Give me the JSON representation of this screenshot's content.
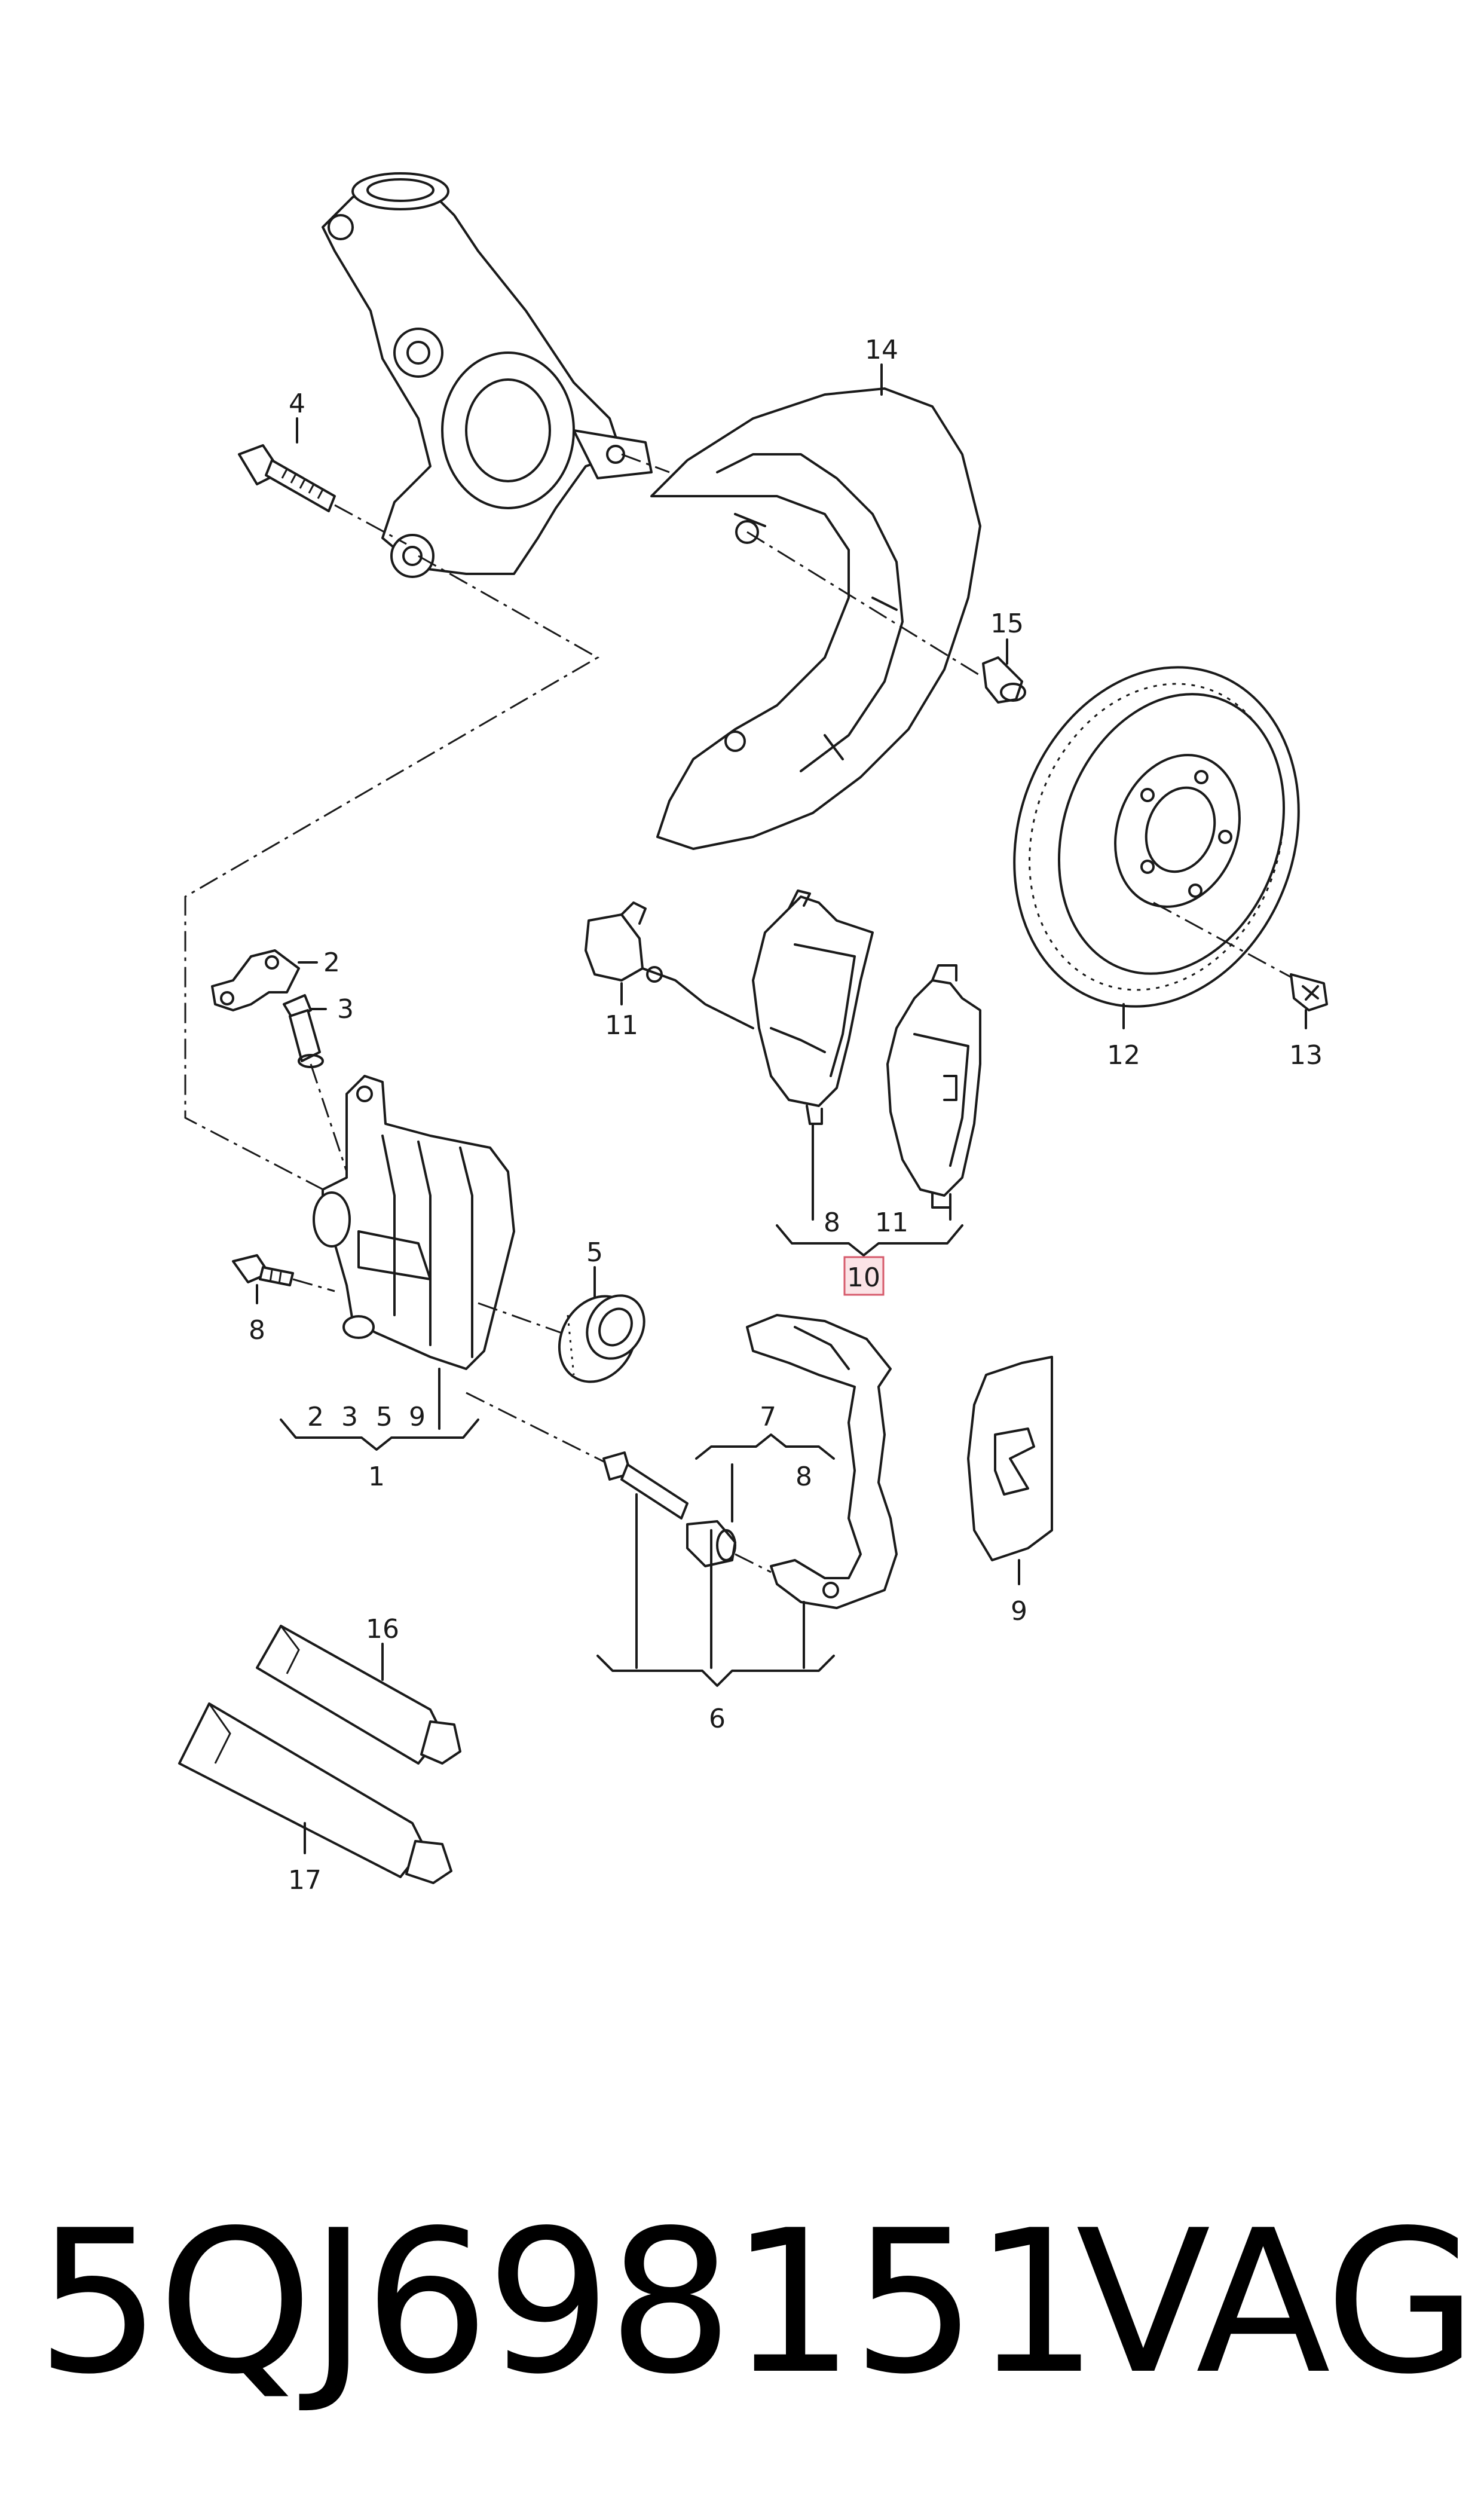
{
  "callouts": {
    "c1": "1",
    "c2": "2",
    "c2b": "2",
    "c3": "3",
    "c3b": "3",
    "c4": "4",
    "c5": "5",
    "c5b": "5",
    "c6": "6",
    "c7": "7",
    "c8": "8",
    "c8b": "8",
    "c8c": "8",
    "c9": "9",
    "c9b": "9",
    "c10": "10",
    "c11": "11",
    "c11b": "11",
    "c12": "12",
    "c13": "13",
    "c14": "14",
    "c15": "15",
    "c16": "16",
    "c17": "17"
  },
  "highlighted_callout": "10",
  "highlight_color": "#fbe3e6",
  "footer": {
    "part_number": "5QJ698151",
    "brand": "VAG"
  }
}
